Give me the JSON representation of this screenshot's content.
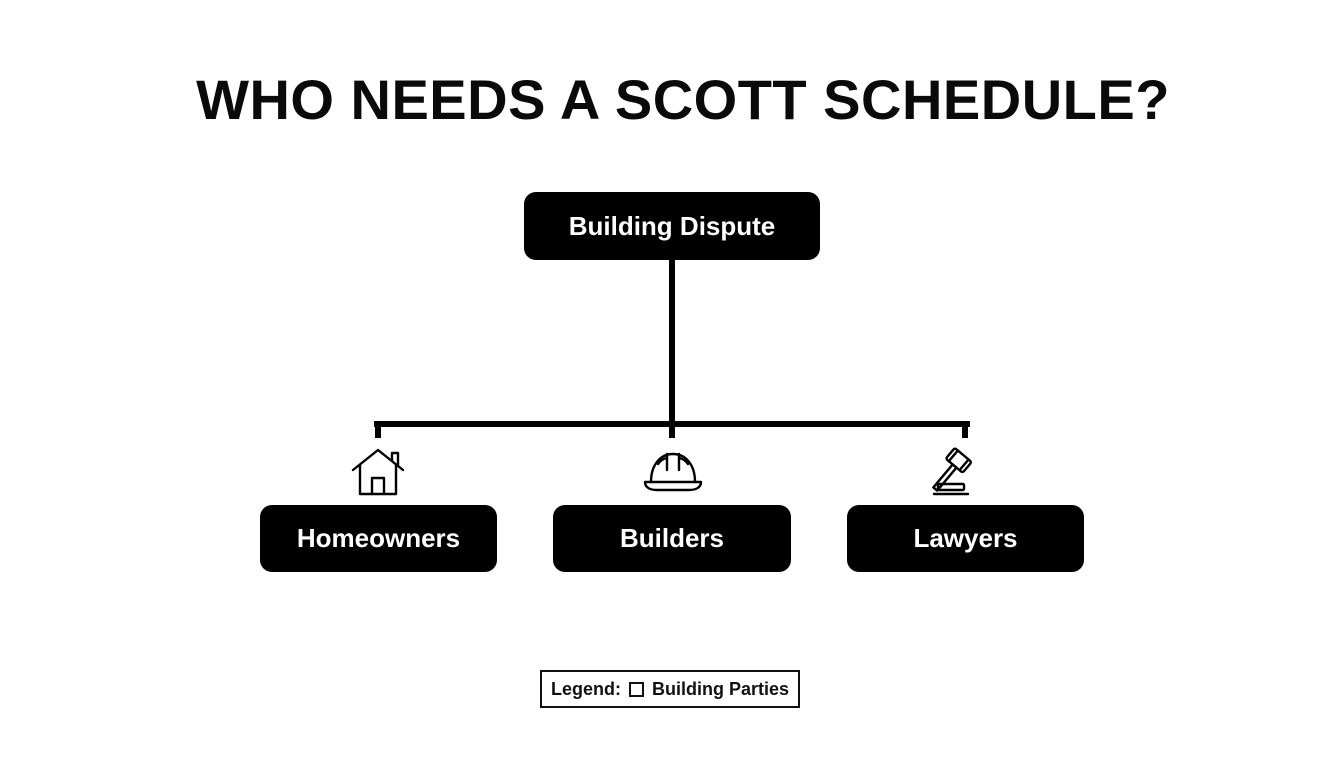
{
  "title": "WHO NEEDS A SCOTT SCHEDULE?",
  "root": {
    "label": "Building Dispute"
  },
  "parties": [
    {
      "label": "Homeowners",
      "icon": "house-icon"
    },
    {
      "label": "Builders",
      "icon": "hard-hat-icon"
    },
    {
      "label": "Lawyers",
      "icon": "gavel-icon"
    }
  ],
  "legend": {
    "title": "Legend:",
    "item": "Building Parties"
  },
  "colors": {
    "node_fill": "#000000",
    "node_text": "#ffffff",
    "connector": "#000000",
    "background": "#ffffff"
  }
}
